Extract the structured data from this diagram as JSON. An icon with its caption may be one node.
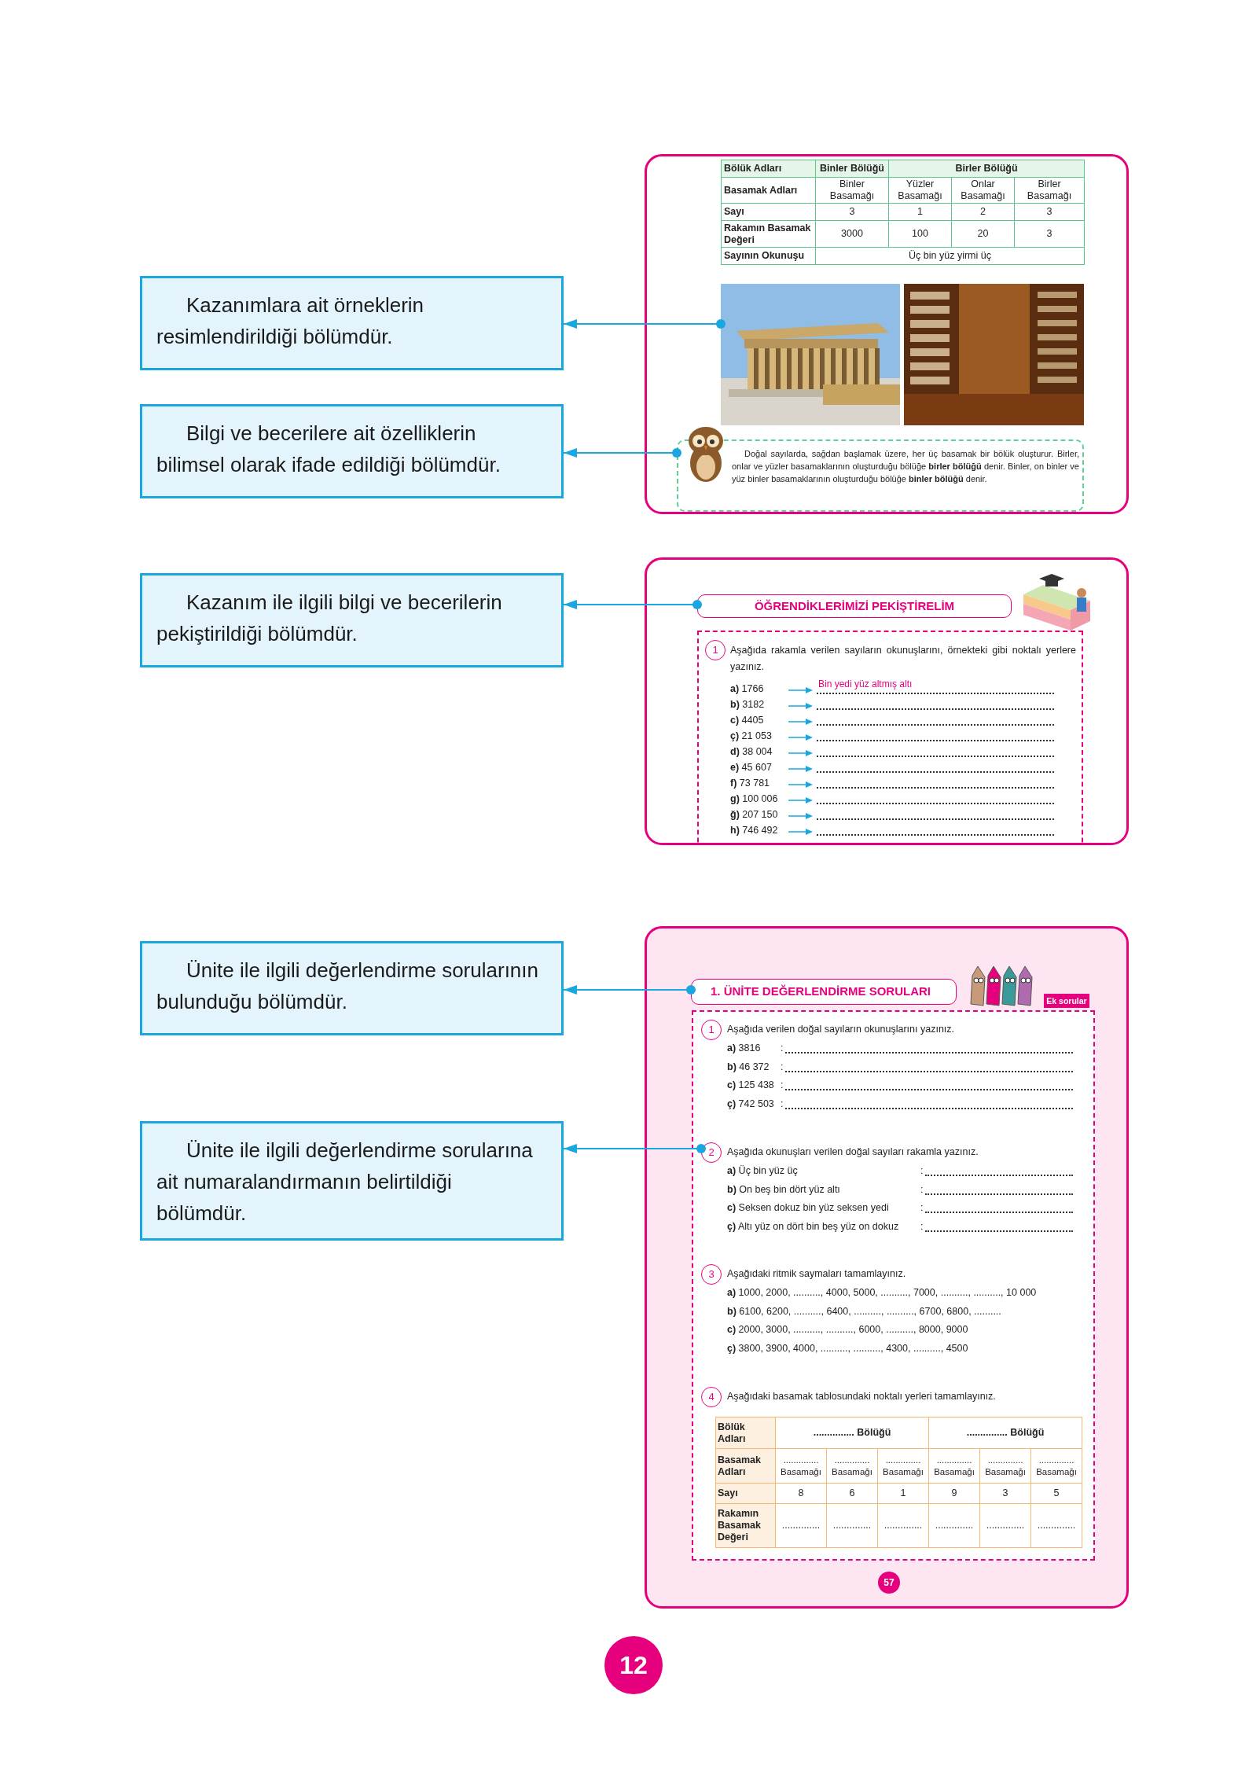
{
  "diagram": {
    "nodes": [
      {
        "text": [
          "Kazanımlara ait örneklerin resimlendirildiği bölümdür."
        ]
      },
      {
        "text": [
          "Bilgi ve becerilere ait özelliklerin bilimsel olarak ifade edildiği bölümdür."
        ]
      },
      {
        "text": [
          "Kazanım ile ilgili bilgi ve becerilerin pekiştirildiği bölümdür."
        ]
      },
      {
        "text": [
          "Ünite ile ilgili değerlendirme sorularının bulunduğu bölümdür."
        ]
      },
      {
        "text": [
          "Ünite ile ilgili değerlendirme sorularına ait numaralandırmanın belirtildiği bölümdür."
        ]
      },
      {
        "text": [],
        "shape": "box"
      },
      {
        "text": [],
        "shape": "picture",
        "in": 5
      },
      {
        "text": [
          "Doğal sayılarda, sağdan başlamak üzere, her üç basamak bir bölük oluşturur. Birler, onlar ve yüzler basamaklarının oluşturduğu bölüğe **birler bölüğü** denir. Binler, on binler ve yüz binler basamaklarının oluşturduğu bölüğe **binler bölüğü** denir."
        ],
        "in": 5
      },
      {
        "text": [],
        "shape": "box"
      },
      {
        "text": [
          "ÖĞRENDİKLERİMİZİ PEKİŞTİRELİM"
        ],
        "in": 8
      },
      {
        "text": [],
        "shape": "box",
        "in": 8
      },
      {
        "text": [
          "1"
        ],
        "in": 10,
        "beside": [
          "Aşağıda rakamla verilen sayıların okunuşlarını, örnekteki gibi noktalı yerlere yazınız."
        ]
      },
      {
        "text": [],
        "shape": "box"
      },
      {
        "text": [
          "1. ÜNİTE DEĞERLENDİRME SORULARI"
        ],
        "in": 12
      },
      {
        "text": [
          "Ek sorular"
        ],
        "in": 12
      },
      {
        "text": [],
        "shape": "box",
        "in": 12
      },
      {
        "text": [
          "1"
        ],
        "in": 15,
        "beside": [
          "Aşağıda verilen doğal sayıların okunuşlarını yazınız."
        ]
      },
      {
        "text": [
          "2"
        ],
        "in": 15,
        "beside": [
          "Aşağıda okunuşları verilen doğal sayıları rakamla yazınız."
        ]
      },
      {
        "text": [
          "3"
        ],
        "in": 15,
        "beside": [
          "Aşağıdaki ritmik saymaları tamamlayınız."
        ]
      },
      {
        "text": [
          "4"
        ],
        "in": 15,
        "beside": [
          "Aşağıdaki basamak tablosundaki noktalı yerleri tamamlayınız."
        ]
      },
      {
        "text": [
          "57"
        ],
        "in": 12
      },
      {
        "text": [
          "12"
        ]
      }
    ],
    "edges": [
      {
        "from": 6,
        "to": 0,
        "arrow": "to"
      },
      {
        "from": 7,
        "to": 1,
        "arrow": "to"
      },
      {
        "from": 9,
        "to": 2,
        "arrow": "to"
      },
      {
        "from": 13,
        "to": 3,
        "arrow": "to"
      },
      {
        "from": 17,
        "to": 4,
        "arrow": "to"
      }
    ],
    "labels": [
      "Bölük Adları",
      "Binler Bölüğü",
      "Birler Bölüğü",
      "Basamak Adları",
      "Binler Basamağı",
      "Yüzler Basamağı",
      "Onlar Basamağı",
      "Birler Basamağı",
      "Sayı",
      "3",
      "1",
      "2",
      "3",
      "Rakamın Basamak Değeri",
      "3000",
      "100",
      "20",
      "3",
      "Sayının Okunuşu",
      "Üç bin yüz yirmi üç",
      "**a)** 1766",
      "Bin yedi yüz altmış altı",
      "**b)** 3182",
      "**c)** 4405",
      "**ç)** 21 053",
      "**d)** 38 004",
      "**e)** 45 607",
      "**f)** 73 781",
      "**g)** 100 006",
      "**ğ)** 207 150",
      "**h)** 746 492",
      "**a)** 3816",
      ":",
      "**b)** 46 372",
      ":",
      "**c)** 125 438",
      ":",
      "**ç)** 742 503",
      ":",
      "**a)** Üç bin yüz üç",
      ":",
      "**b)** On beş bin dört yüz altı",
      ":",
      "**c)** Seksen dokuz bin yüz seksen yedi",
      ":",
      "**ç)** Altı yüz on dört bin beş yüz on dokuz",
      ":",
      "**a)** 1000, 2000, .........., 4000, 5000, .........., 7000, .........., .........., 10 000",
      "**b)** 6100, 6200, .........., 6400, .........., .........., 6700, 6800, ..........",
      "**c)** 2000, 3000, .........., .........., 6000, .........., 8000, 9000",
      "**ç)** 3800, 3900, 4000, .........., .........., 4300, .........., 4500",
      "Bölük Adları",
      "............... Bölüğü",
      "............... Bölüğü",
      "Basamak Adları",
      ".............. Basamağı",
      ".............. Basamağı",
      ".............. Basamağı",
      ".............. Basamağı",
      ".............. Basamağı",
      ".............. Basamağı",
      "Sayı",
      "8",
      "6",
      "1",
      "9",
      "3",
      "5",
      "Rakamın Basamak Değeri",
      "..............",
      "..............",
      "..............",
      "..............",
      "..............",
      ".............."
    ]
  }
}
